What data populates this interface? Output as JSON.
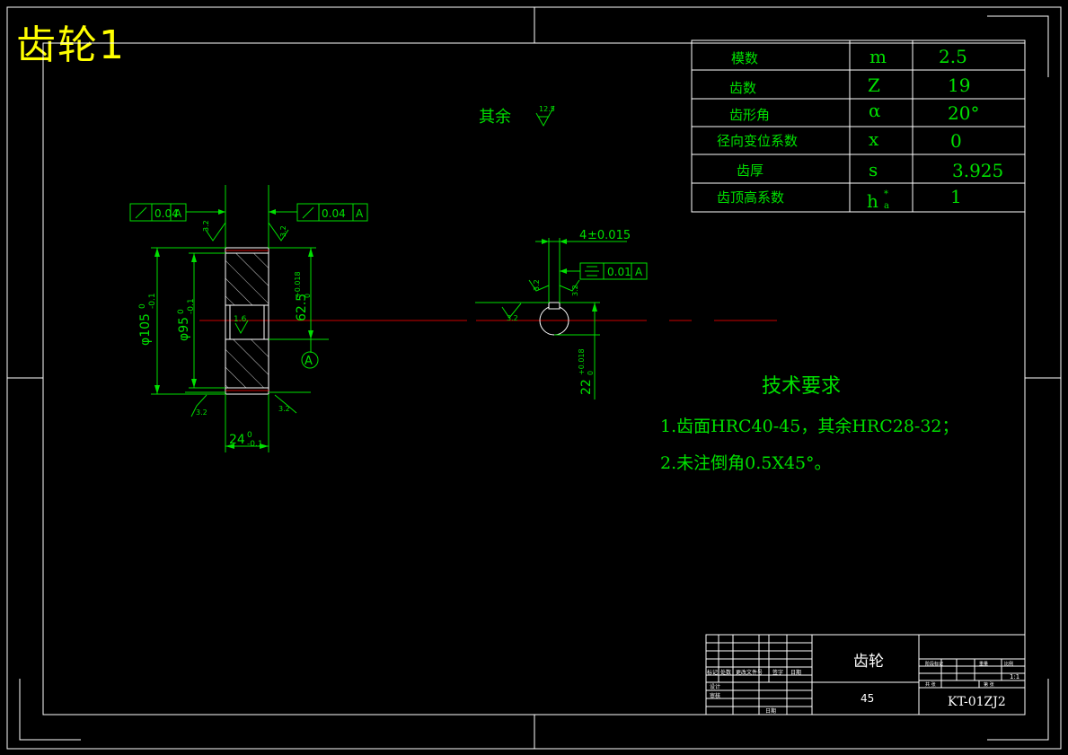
{
  "drawing_title": "齿轮1",
  "surface_note": {
    "label": "其余",
    "roughness": "12.5"
  },
  "gear_params": [
    {
      "name": "模数",
      "symbol": "m",
      "value": "2.5"
    },
    {
      "name": "齿数",
      "symbol": "Z",
      "value": "19"
    },
    {
      "name": "齿形角",
      "symbol": "α",
      "value": "20°"
    },
    {
      "name": "径向变位系数",
      "symbol": "x",
      "value": "0"
    },
    {
      "name": "齿厚",
      "symbol": "s",
      "value": "3.925"
    },
    {
      "name": "齿顶高系数",
      "symbol": "h",
      "symbol_sup": "*",
      "symbol_sub": "a",
      "value": "1"
    }
  ],
  "tolerance_frames": {
    "left": {
      "value": "0.04",
      "datum": "A"
    },
    "right": {
      "value": "0.04",
      "datum": "A"
    },
    "key": {
      "value": "0.01",
      "datum": "A"
    }
  },
  "roughness_marks": {
    "top_left": "3.2",
    "top_right": "3.2",
    "bore": "1.6",
    "bottom_left": "3.2",
    "bottom_right": "3.2",
    "key_left": "3.2",
    "key_right": "3.2",
    "key_base": "3.2"
  },
  "dimensions": {
    "outer_dia": {
      "base": "φ105",
      "upper": "0",
      "lower": "-0.1"
    },
    "root_dia": {
      "base": "φ95",
      "upper": "0",
      "lower": "-0.1"
    },
    "bore_dia": {
      "base": "62.5",
      "upper": "+0.018",
      "lower": "0"
    },
    "width": {
      "base": "24",
      "upper": "0",
      "lower": "-0.1"
    },
    "key_width": {
      "base": "4",
      "tol": "±0.015"
    },
    "key_depth": {
      "base": "22",
      "upper": "+0.018",
      "lower": "0"
    }
  },
  "datum_label": "A",
  "tech_requirements": {
    "heading": "技术要求",
    "items": [
      "1.齿面HRC40-45，其余HRC28-32；",
      "2.未注倒角0.5X45°。"
    ]
  },
  "title_block": {
    "part_name": "齿轮",
    "material": "45",
    "drawing_no": "KT-01ZJ2",
    "scale": "1:1",
    "col_labels": [
      "标记",
      "处数",
      "更改文件号",
      "签字",
      "日期"
    ],
    "row_labels": [
      "设计",
      "审核",
      "日期"
    ],
    "right_labels": [
      "阶段标记",
      "重量",
      "比例",
      "共 张",
      "第 张"
    ]
  }
}
